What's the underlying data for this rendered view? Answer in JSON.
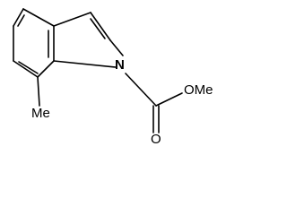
{
  "diagram": {
    "type": "chemical-structure",
    "labels": {
      "nitrogen": "N",
      "oxygen_carbonyl": "O",
      "methoxy": "OMe",
      "methyl": "Me"
    },
    "colors": {
      "bond": "#000000",
      "text": "#000000",
      "background": "#ffffff"
    }
  }
}
